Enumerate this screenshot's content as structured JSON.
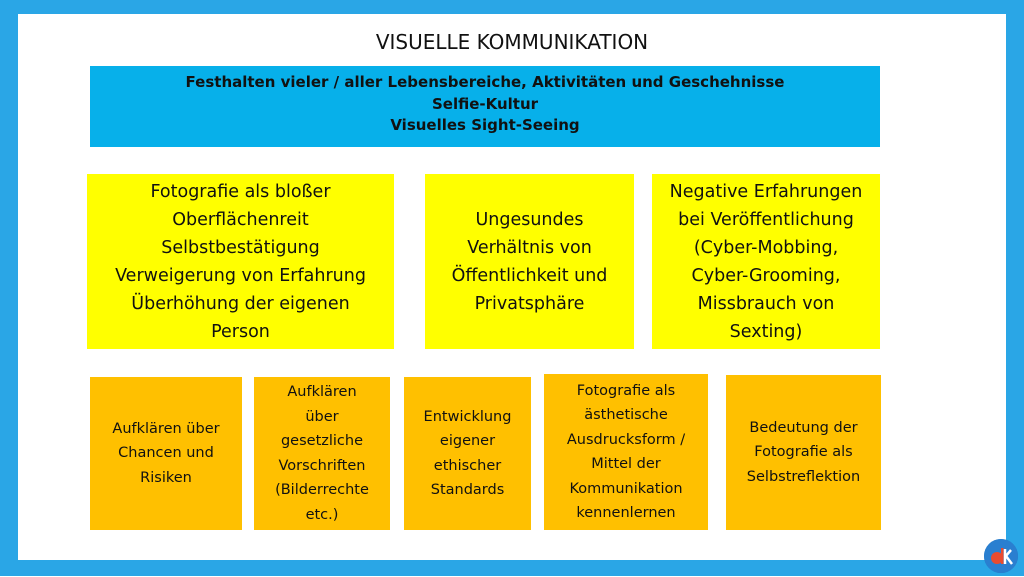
{
  "title": "VISUELLE KOMMUNIKATION",
  "header": {
    "lines": [
      "Festhalten vieler / aller Lebensbereiche, Aktivitäten und Geschehnisse",
      "Selfie-Kultur",
      "Visuelles Sight-Seeing"
    ],
    "color": "#07b0ea"
  },
  "yellow_boxes": [
    {
      "lines": [
        "Fotografie als bloßer",
        "Oberflächenreit",
        "Selbstbestätigung",
        "Verweigerung von Erfahrung",
        "Überhöhung der eigenen",
        "Person"
      ]
    },
    {
      "lines": [
        "Ungesundes",
        "Verhältnis von",
        "Öffentlichkeit und",
        "Privatsphäre"
      ]
    },
    {
      "lines": [
        "Negative Erfahrungen",
        "bei Veröffentlichung",
        "(Cyber-Mobbing,",
        "Cyber-Grooming,",
        "Missbrauch von",
        "Sexting)"
      ]
    }
  ],
  "orange_boxes": [
    {
      "lines": [
        "Aufklären über",
        "Chancen und",
        "Risiken"
      ]
    },
    {
      "lines": [
        "Aufklären",
        "über",
        "gesetzliche",
        "Vorschriften",
        "(Bilderrechte",
        "etc.)"
      ]
    },
    {
      "lines": [
        "Entwicklung",
        "eigener",
        "ethischer",
        "Standards"
      ]
    },
    {
      "lines": [
        "Fotografie als",
        "ästhetische",
        "Ausdrucksform /",
        "Mittel der",
        "Kommunikation",
        "kennenlernen"
      ]
    },
    {
      "lines": [
        "Bedeutung der",
        "Fotografie als",
        "Selbstreflektion"
      ]
    }
  ],
  "colors": {
    "frame": "#2aa6e6",
    "yellow": "#ffff00",
    "orange": "#ffc000"
  },
  "logo": {
    "icon": "dk-logo-icon"
  }
}
